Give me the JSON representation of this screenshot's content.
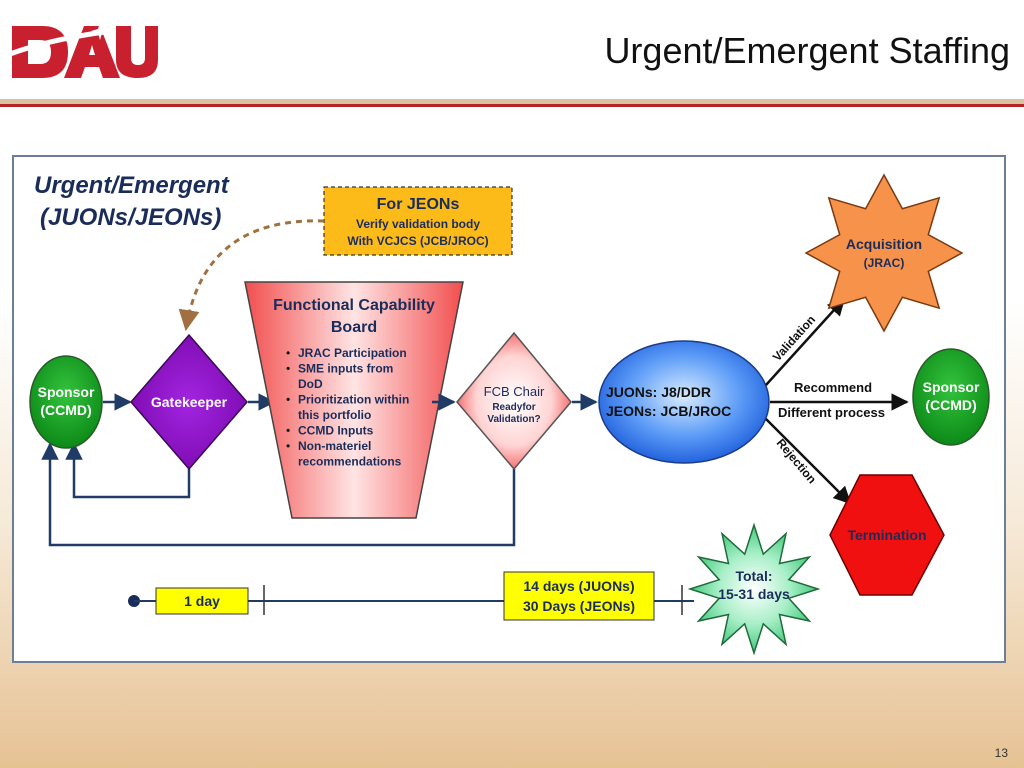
{
  "slide": {
    "title": "Urgent/Emergent Staffing",
    "page_number": "13"
  },
  "logo": {
    "text": "DAU",
    "color": "#c8202f"
  },
  "diagram": {
    "heading_line1": "Urgent/Emergent",
    "heading_line2": "(JUONs/JEONs)",
    "jeons_note": {
      "title": "For JEONs",
      "line1": "Verify validation body",
      "line2": "With VCJCS (JCB/JROC)"
    },
    "sponsor_left": {
      "line1": "Sponsor",
      "line2": "(CCMD)"
    },
    "gatekeeper": "Gatekeeper",
    "fcb": {
      "title_line1": "Functional Capability",
      "title_line2": "Board",
      "bullets": [
        [
          "JRAC Participation"
        ],
        [
          "SME inputs from",
          "DoD"
        ],
        [
          "Prioritization within",
          "this portfolio"
        ],
        [
          "CCMD Inputs"
        ],
        [
          "Non-materiel",
          "recommendations"
        ]
      ]
    },
    "fcb_chair": {
      "title": "FCB Chair",
      "line1": "Readyfor",
      "line2": "Validation?"
    },
    "juons": {
      "line1": "JUONs: J8/DDR",
      "line2": "JEONs: JCB/JROC"
    },
    "acquisition": {
      "line1": "Acquisition",
      "line2": "(JRAC)"
    },
    "sponsor_right": {
      "line1": "Sponsor",
      "line2": "(CCMD)"
    },
    "termination": "Termination",
    "arrow_labels": {
      "validation": "Validation",
      "recommend": "Recommend",
      "different": "Different process",
      "rejection": "Rejection"
    },
    "timeline": {
      "one_day": "1 day",
      "days_line1": "14 days (JUONs)",
      "days_line2": "30 Days (JEONs)",
      "total_line1": "Total:",
      "total_line2": "15-31 days"
    },
    "colors": {
      "sponsor": "#119a1d",
      "gatekeeper": "#8a0dc0",
      "fcb": "#f56d6d",
      "note": "#fdbb1a",
      "juons": "#1f6ff0",
      "acquisition": "#f7924a",
      "termination": "#f01010",
      "yellow_box": "#ffff00",
      "connector": "#1f3b66",
      "dashed": "#a07040"
    }
  }
}
